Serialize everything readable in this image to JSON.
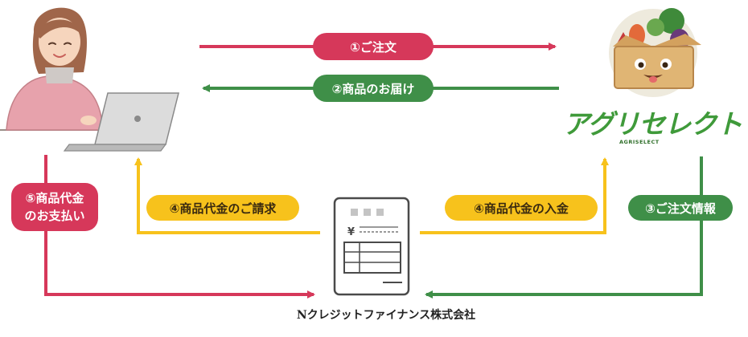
{
  "steps": {
    "order": "①ご注文",
    "delivery": "②商品のお届け",
    "order_info": "③ご注文情報",
    "billing": "④商品代金のご請求",
    "deposit": "④商品代金の入金",
    "payment_line1": "⑤商品代金",
    "payment_line2": "のお支払い"
  },
  "company_name": "Nクレジットファイナンス株式会社",
  "brand": {
    "name": "アグリセレクト",
    "sub": "AGRISELECT"
  },
  "colors": {
    "red": "#d6385a",
    "green": "#3f8f48",
    "yellow": "#f7c21c"
  },
  "icons": {
    "customer": "woman-with-laptop-illustration",
    "shop": "vegetable-box-mascot",
    "invoice": "invoice-document-icon"
  }
}
